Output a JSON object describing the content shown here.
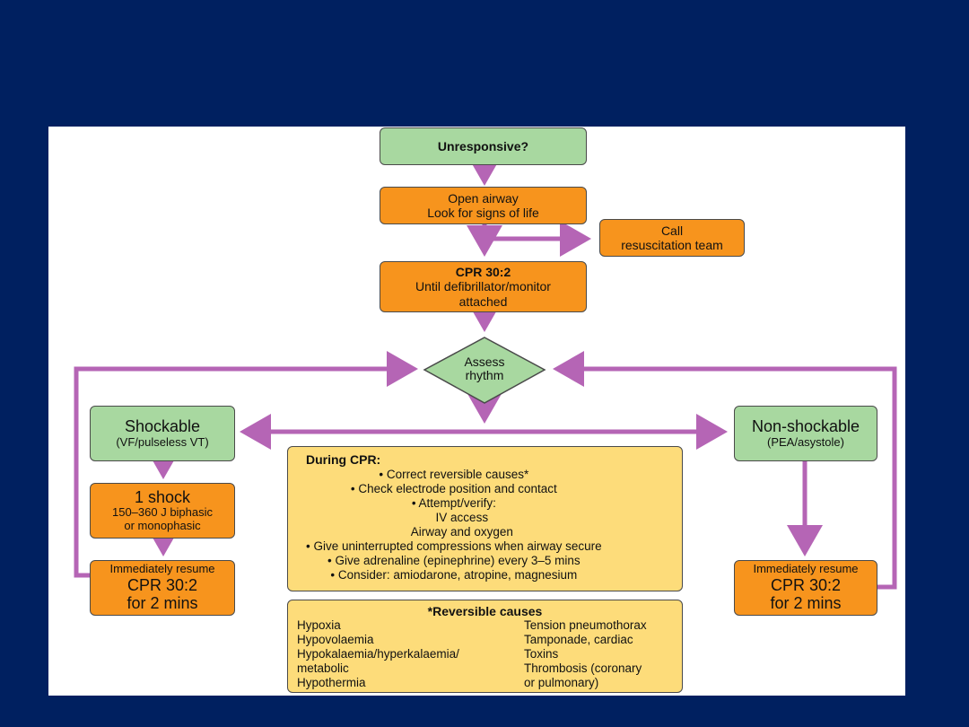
{
  "nodes": {
    "unresponsive": "Unresponsive?",
    "open_airway": [
      "Open airway",
      "Look for signs of life"
    ],
    "call_team": [
      "Call",
      "resuscitation team"
    ],
    "cpr_title": "CPR 30:2",
    "cpr_lines": [
      "Until defibrillator/monitor",
      "attached"
    ],
    "assess": [
      "Assess",
      "rhythm"
    ],
    "shockable_title": "Shockable",
    "shockable_sub": "(VF/pulseless VT)",
    "nonshockable_title": "Non-shockable",
    "nonshockable_sub": "(PEA/asystole)",
    "shock_title": "1 shock",
    "shock_lines": [
      "150–360 J biphasic",
      "or monophasic"
    ],
    "resume_left": [
      "Immediately resume",
      "CPR 30:2",
      "for 2 mins"
    ],
    "resume_right": [
      "Immediately resume",
      "CPR 30:2",
      "for 2 mins"
    ]
  },
  "during_cpr": {
    "title": "During CPR:",
    "items": [
      "• Correct reversible causes*",
      "• Check electrode position and contact",
      "• Attempt/verify:",
      "IV access",
      "Airway and oxygen",
      "• Give uninterrupted compressions when airway secure",
      "• Give adrenaline (epinephrine) every 3–5 mins",
      "• Consider: amiodarone, atropine, magnesium"
    ]
  },
  "reversible_causes": {
    "title": "*Reversible causes",
    "left": [
      "Hypoxia",
      "Hypovolaemia",
      "Hypokalaemia/hyperkalaemia/",
      "metabolic",
      "Hypothermia"
    ],
    "right": [
      "Tension pneumothorax",
      "Tamponade, cardiac",
      "Toxins",
      "Thrombosis (coronary",
      "or pulmonary)"
    ]
  },
  "colors": {
    "background": "#002060",
    "arrow": "#b565b5",
    "green": "#a8d8a0",
    "orange": "#f7941d",
    "yellow": "#fddc7a"
  }
}
